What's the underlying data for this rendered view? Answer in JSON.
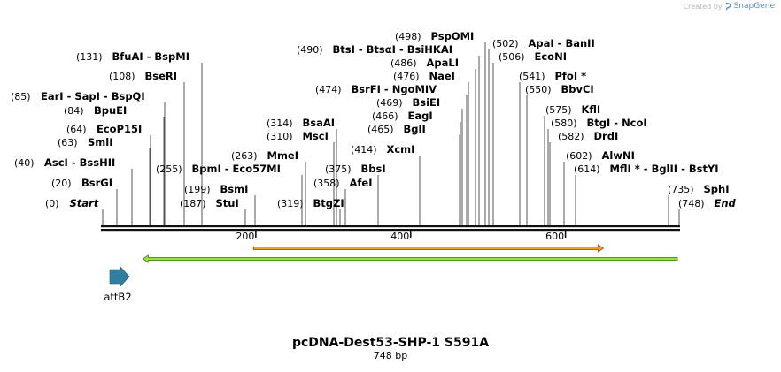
{
  "branding": {
    "created_by": "Created by",
    "product": "SnapGene"
  },
  "map": {
    "length": 748,
    "title": "pcDNA-Dest53-SHP-1 S591A",
    "subtitle": "748 bp",
    "ticks": [
      200,
      400,
      600
    ]
  },
  "sites": [
    {
      "pos": "(0)",
      "loc": 0,
      "parts": [
        {
          "t": "Start",
          "i": true
        }
      ]
    },
    {
      "pos": "(20)",
      "loc": 20,
      "parts": [
        {
          "t": "BsrGI"
        }
      ]
    },
    {
      "pos": "(40)",
      "loc": 40,
      "parts": [
        {
          "t": "AscI"
        },
        {
          "t": " - "
        },
        {
          "t": "BssHII"
        }
      ]
    },
    {
      "pos": "(63)",
      "loc": 63,
      "parts": [
        {
          "t": "SmlI"
        }
      ]
    },
    {
      "pos": "(64)",
      "loc": 64,
      "parts": [
        {
          "t": "EcoP15I"
        }
      ]
    },
    {
      "pos": "(84)",
      "loc": 84,
      "parts": [
        {
          "t": "BpuEI"
        }
      ]
    },
    {
      "pos": "(85)",
      "loc": 85,
      "parts": [
        {
          "t": "EarI"
        },
        {
          "t": " - "
        },
        {
          "t": "SapI"
        },
        {
          "t": " - "
        },
        {
          "t": "BspQI"
        }
      ]
    },
    {
      "pos": "(108)",
      "loc": 108,
      "parts": [
        {
          "t": "BseRI"
        }
      ]
    },
    {
      "pos": "(131)",
      "loc": 131,
      "parts": [
        {
          "t": "BfuAI"
        },
        {
          "t": " - "
        },
        {
          "t": "BspMI"
        }
      ]
    },
    {
      "pos": "(187)",
      "loc": 187,
      "parts": [
        {
          "t": "StuI"
        }
      ]
    },
    {
      "pos": "(199)",
      "loc": 199,
      "parts": [
        {
          "t": "BsmI"
        }
      ]
    },
    {
      "pos": "(255)",
      "loc": 255,
      "parts": [
        {
          "t": "BpmI"
        },
        {
          "t": " - "
        },
        {
          "t": "Eco57MI"
        }
      ]
    },
    {
      "pos": "(263)",
      "loc": 263,
      "parts": [
        {
          "t": "MmeI"
        }
      ]
    },
    {
      "pos": "(310)",
      "loc": 310,
      "parts": [
        {
          "t": "MscI"
        }
      ]
    },
    {
      "pos": "(314)",
      "loc": 314,
      "parts": [
        {
          "t": "BsaAI"
        }
      ]
    },
    {
      "pos": "(319)",
      "loc": 319,
      "parts": [
        {
          "t": "BtgZI"
        }
      ]
    },
    {
      "pos": "(358)",
      "loc": 358,
      "parts": [
        {
          "t": "AfeI"
        }
      ]
    },
    {
      "pos": "(375)",
      "loc": 375,
      "parts": [
        {
          "t": "BbsI"
        }
      ]
    },
    {
      "pos": "(414)",
      "loc": 414,
      "parts": [
        {
          "t": "XcmI"
        }
      ]
    },
    {
      "pos": "(465)",
      "loc": 465,
      "parts": [
        {
          "t": "BglI"
        }
      ]
    },
    {
      "pos": "(466)",
      "loc": 466,
      "parts": [
        {
          "t": "EagI"
        }
      ]
    },
    {
      "pos": "(469)",
      "loc": 469,
      "parts": [
        {
          "t": "BsiEI"
        }
      ]
    },
    {
      "pos": "(474)",
      "loc": 474,
      "parts": [
        {
          "t": "BsrFI"
        },
        {
          "t": " - "
        },
        {
          "t": "NgoMIV"
        }
      ]
    },
    {
      "pos": "(476)",
      "loc": 476,
      "parts": [
        {
          "t": "NaeI"
        }
      ]
    },
    {
      "pos": "(486)",
      "loc": 486,
      "parts": [
        {
          "t": "ApaLI"
        }
      ]
    },
    {
      "pos": "(490)",
      "loc": 490,
      "parts": [
        {
          "t": "BtsI"
        },
        {
          "t": " - "
        },
        {
          "t": "BtsαI"
        },
        {
          "t": " - "
        },
        {
          "t": "BsiHKAI"
        }
      ]
    },
    {
      "pos": "(498)",
      "loc": 498,
      "parts": [
        {
          "t": "PspOMI"
        }
      ]
    },
    {
      "pos": "(502)",
      "loc": 502,
      "parts": [
        {
          "t": "ApaI"
        },
        {
          "t": " - "
        },
        {
          "t": "BanII"
        }
      ]
    },
    {
      "pos": "(506)",
      "loc": 506,
      "parts": [
        {
          "t": "EcoNI"
        }
      ]
    },
    {
      "pos": "(541)",
      "loc": 541,
      "parts": [
        {
          "t": "PfoI"
        },
        {
          "t": " *"
        }
      ]
    },
    {
      "pos": "(550)",
      "loc": 550,
      "parts": [
        {
          "t": "BbvCI"
        }
      ]
    },
    {
      "pos": "(575)",
      "loc": 575,
      "parts": [
        {
          "t": "KflI"
        }
      ]
    },
    {
      "pos": "(580)",
      "loc": 580,
      "parts": [
        {
          "t": "BtgI"
        },
        {
          "t": " - "
        },
        {
          "t": "NcoI"
        }
      ]
    },
    {
      "pos": "(582)",
      "loc": 582,
      "parts": [
        {
          "t": "DrdI"
        }
      ]
    },
    {
      "pos": "(602)",
      "loc": 602,
      "parts": [
        {
          "t": "AlwNI"
        }
      ]
    },
    {
      "pos": "(614)",
      "loc": 614,
      "parts": [
        {
          "t": "MflI"
        },
        {
          "t": " * - "
        },
        {
          "t": "BglII"
        },
        {
          "t": " - "
        },
        {
          "t": "BstYI"
        }
      ]
    },
    {
      "pos": "(735)",
      "loc": 735,
      "parts": [
        {
          "t": "SphI"
        }
      ]
    },
    {
      "pos": "(748)",
      "loc": 748,
      "parts": [
        {
          "t": "End",
          "i": true
        }
      ]
    }
  ],
  "features": [
    {
      "name": "orange-orf-arrow",
      "start": 197,
      "end": 649,
      "color": "#f0a020",
      "edge": "#a05010",
      "dir": "forward"
    },
    {
      "name": "green-orf-arrow",
      "start": 53,
      "end": 748,
      "color": "#9be045",
      "edge": "#3a7a10",
      "dir": "reverse"
    },
    {
      "name": "attb2-feature",
      "label": "attB2",
      "color": "#2e7fa0",
      "dir": "forward"
    }
  ]
}
